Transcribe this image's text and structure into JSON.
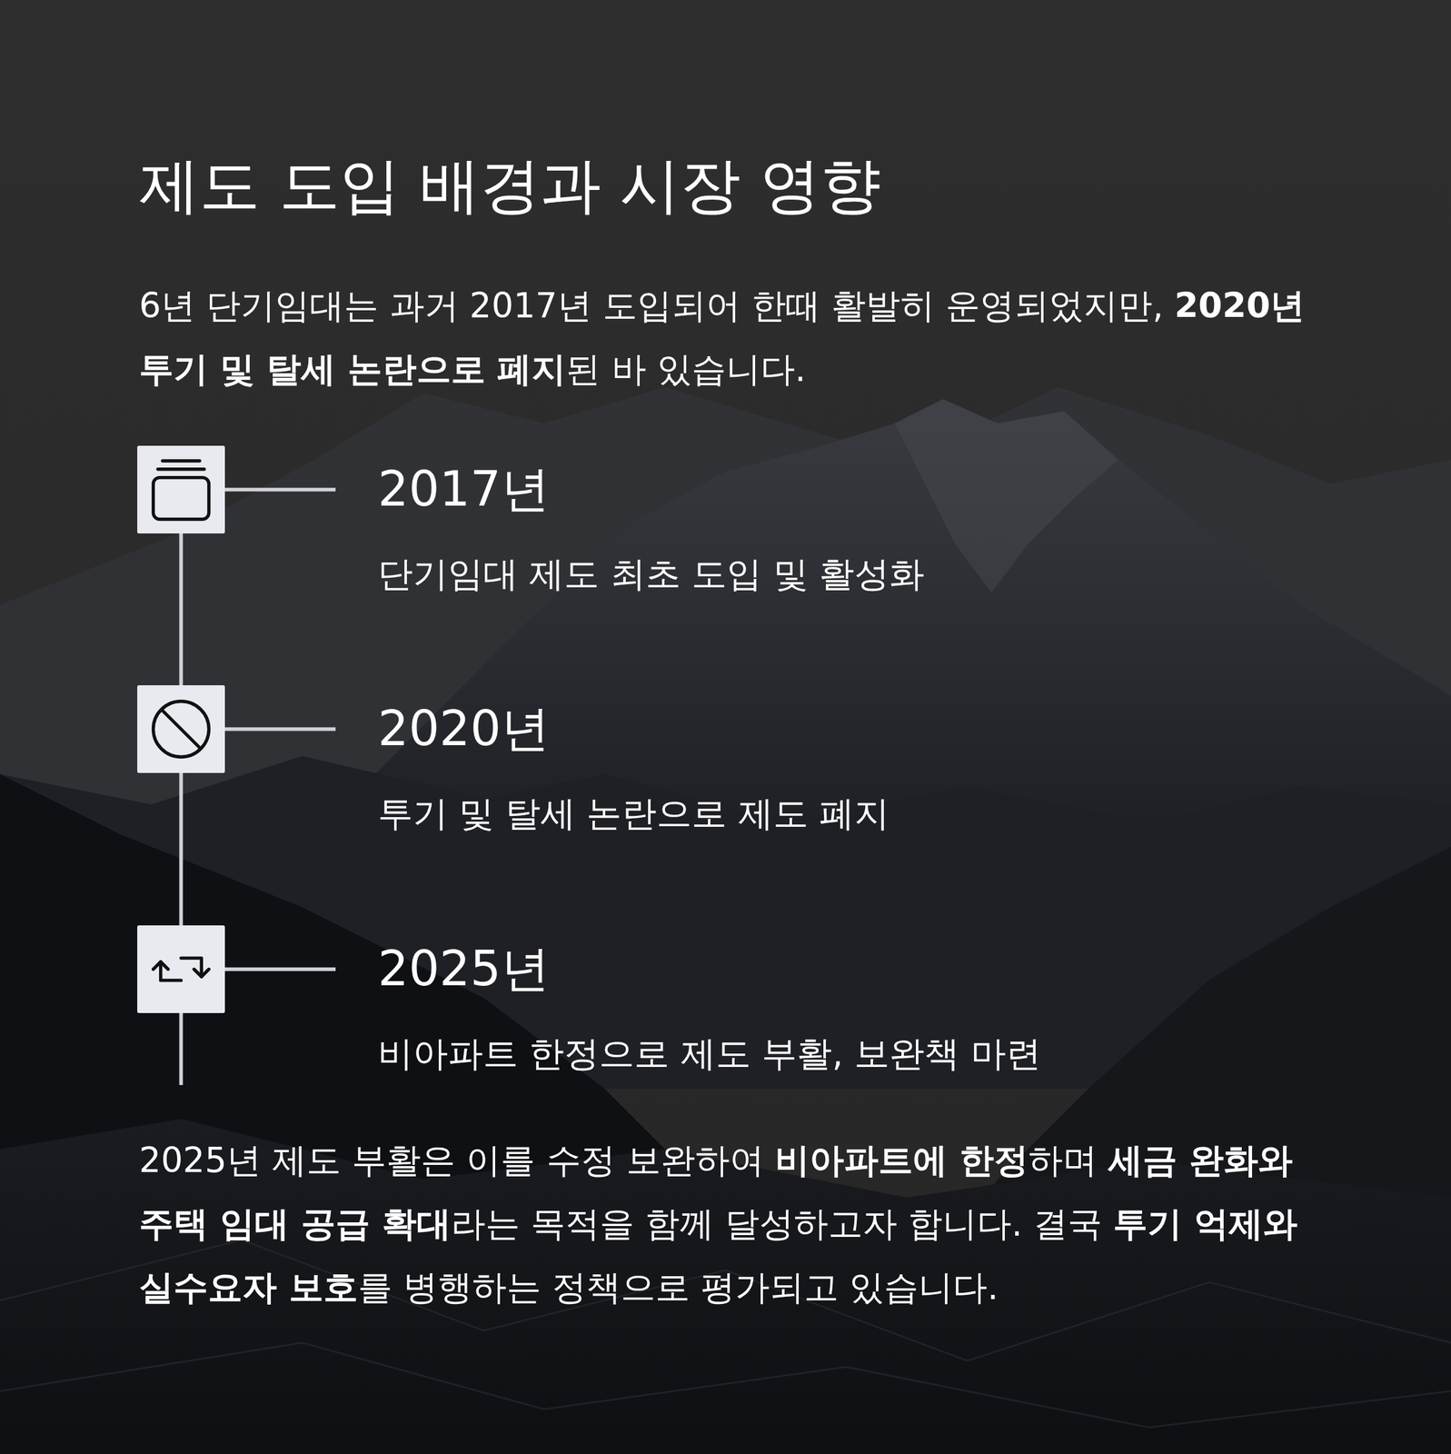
{
  "diagram": {
    "title": "제도 도입 배경과 시장 영향",
    "nodes": [
      {
        "text": [
          "2017년",
          "단기임대 제도 최초 도입 및 활성화"
        ]
      },
      {
        "text": [
          "2020년",
          "투기 및 탈세 논란으로 제도 폐지"
        ]
      },
      {
        "text": [
          "2025년",
          "비아파트 한정으로 제도 부활, 보완책 마련"
        ]
      }
    ],
    "edges": [
      {
        "from": 0,
        "to": 1,
        "arrow": "none"
      },
      {
        "from": 1,
        "to": 2,
        "arrow": "none"
      }
    ],
    "labels": [
      "6년 단기임대는 과거 2017년 도입되어 한때 활발히 운영되었지만, 2020년 투기 및 탈세 논란으로 폐지된 바 있습니다.",
      "2025년 제도 부활은 이를 수정 보완하여 비아파트에 한정하며 세금 완화와 주택 임대 공급 확대라는 목적을 함께 달성하고자 합니다. 결국 투기 억제와 실수요자 보호를 병행하는 정책으로 평가되고 있습니다."
    ]
  }
}
